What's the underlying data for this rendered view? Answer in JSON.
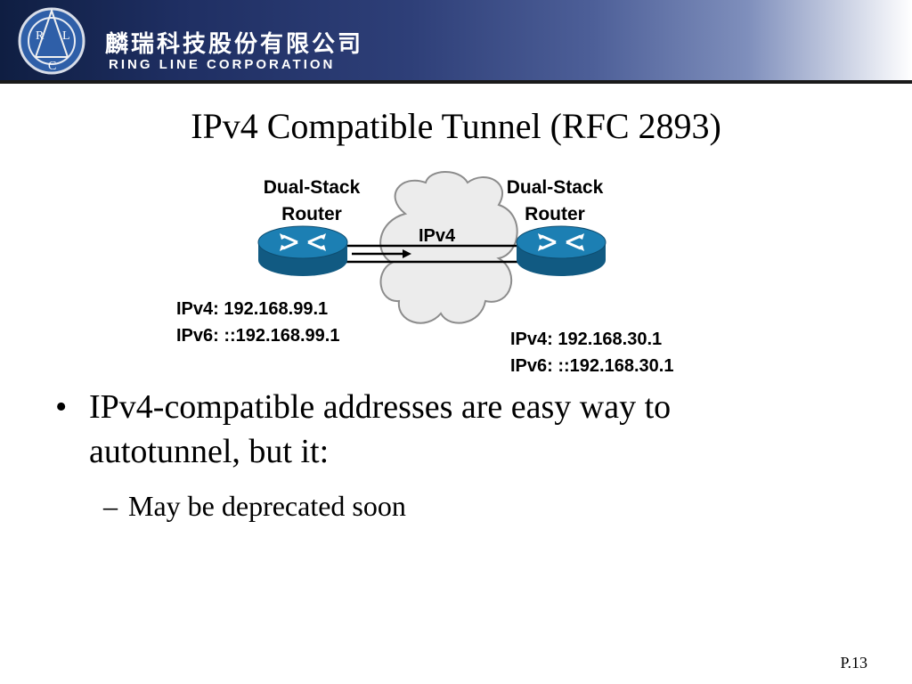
{
  "header": {
    "logo_letters": [
      "R",
      "L",
      "C"
    ],
    "company_cn": "麟瑞科技股份有限公司",
    "company_en": "RING LINE CORPORATION"
  },
  "slide": {
    "title": "IPv4 Compatible Tunnel (RFC 2893)",
    "diagram": {
      "left_router": {
        "label_line1": "Dual-Stack",
        "label_line2": "Router",
        "ipv4": "IPv4: 192.168.99.1",
        "ipv6": "IPv6: ::192.168.99.1"
      },
      "right_router": {
        "label_line1": "Dual-Stack",
        "label_line2": "Router",
        "ipv4": "IPv4: 192.168.30.1",
        "ipv6": "IPv6: ::192.168.30.1"
      },
      "cloud_label": "IPv4"
    },
    "bullets": [
      {
        "mark": "•",
        "text_line1": "IPv4-compatible addresses are easy way to",
        "text_line2": "autotunnel, but it:"
      }
    ],
    "sub_bullets": [
      {
        "mark": "–",
        "text": "May be deprecated soon"
      }
    ],
    "page_number": "P.13"
  },
  "colors": {
    "router_blue": "#1c7fb3",
    "router_dark": "#115a82",
    "banner_dark": "#0f1e42"
  }
}
